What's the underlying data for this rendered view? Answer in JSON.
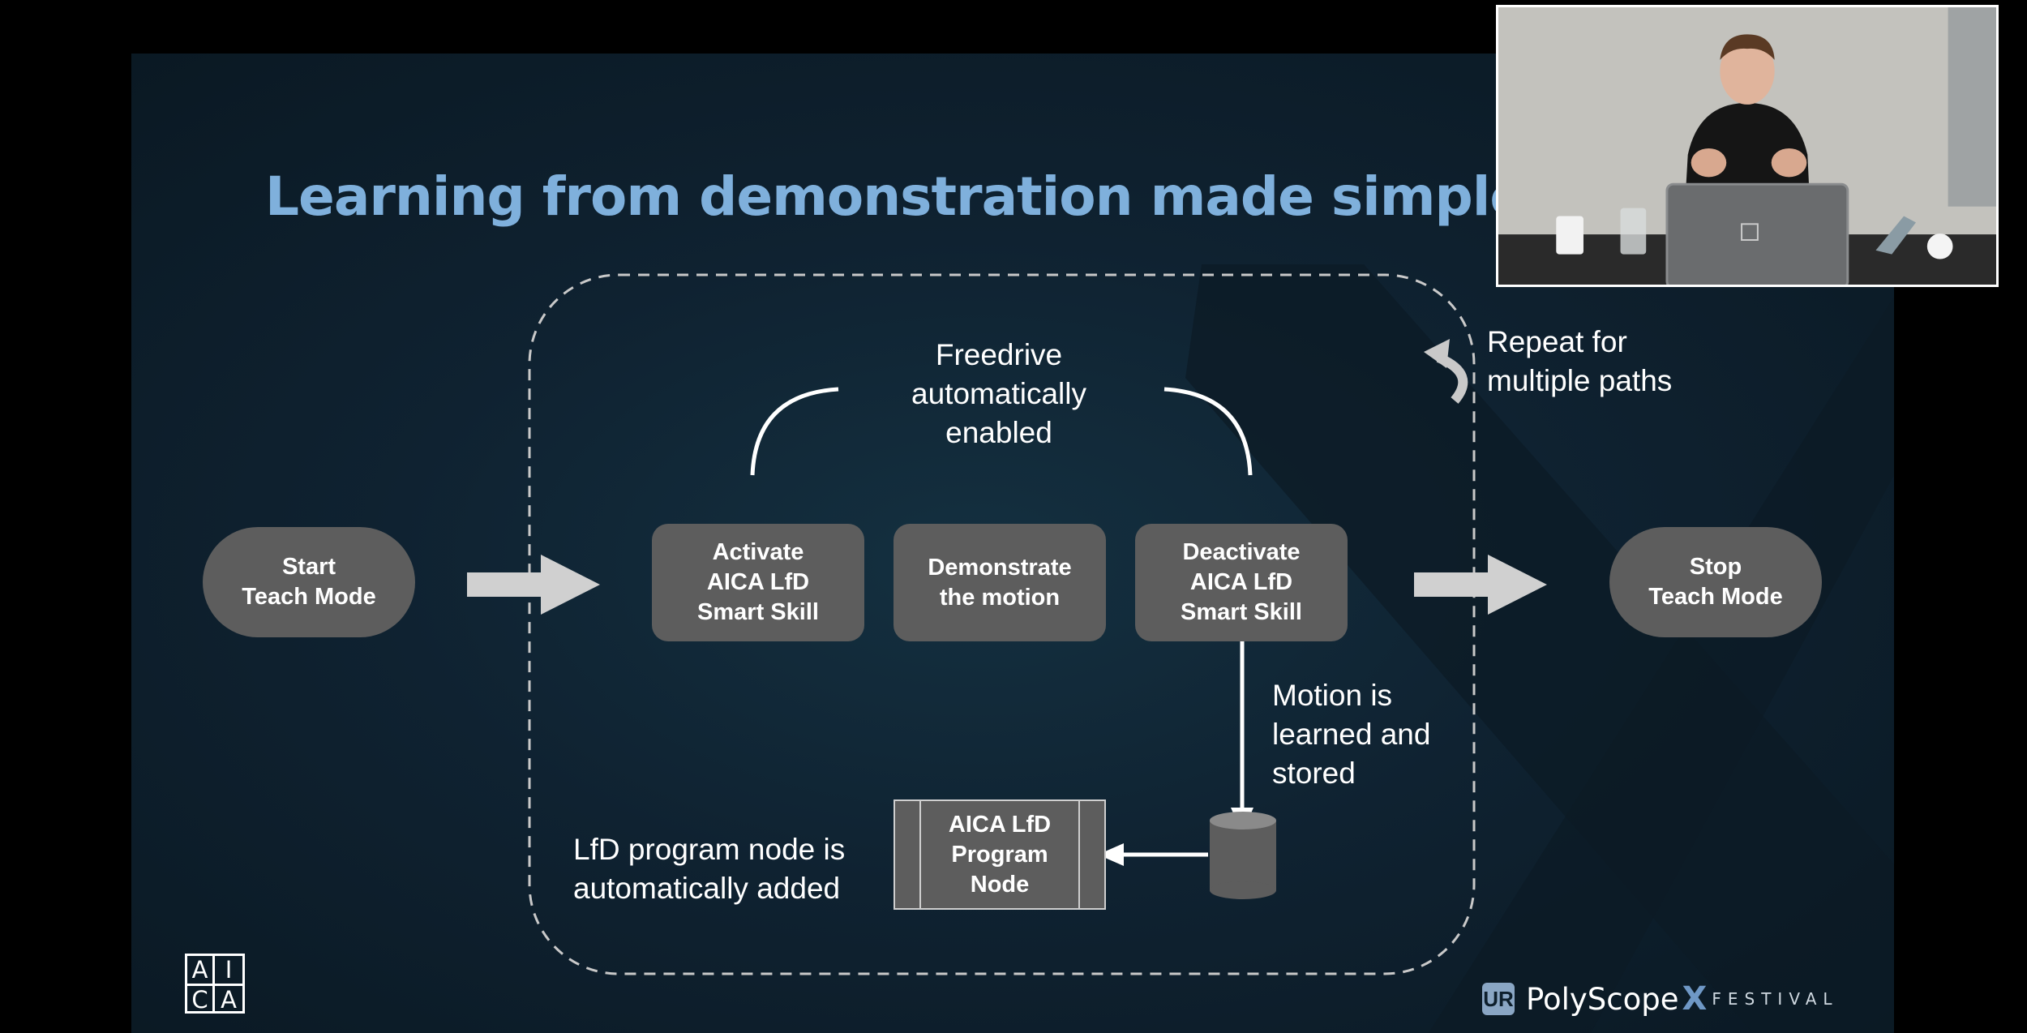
{
  "slide": {
    "title": "Learning from demonstration made simple"
  },
  "nodes": {
    "start": [
      "Start",
      "Teach Mode"
    ],
    "activate": [
      "Activate",
      "AICA LfD",
      "Smart Skill"
    ],
    "demonstrate": [
      "Demonstrate",
      "the motion"
    ],
    "deactivate": [
      "Deactivate",
      "AICA LfD",
      "Smart Skill"
    ],
    "stop": [
      "Stop",
      "Teach Mode"
    ],
    "program": [
      "AICA LfD",
      "Program",
      "Node"
    ]
  },
  "labels": {
    "freedrive": [
      "Freedrive",
      "automatically",
      "enabled"
    ],
    "motion": [
      "Motion is",
      "learned and",
      "stored"
    ],
    "lfd_node": [
      "LfD program node is",
      "automatically added"
    ],
    "repeat": [
      "Repeat for",
      "multiple paths"
    ]
  },
  "logos": {
    "aica": [
      "A",
      "I",
      "C",
      "A"
    ],
    "ur_badge": "UR",
    "polyscope": "PolyScope",
    "x": "X",
    "festival": "FESTIVAL"
  },
  "colors": {
    "title": "#7fb0dc",
    "node_fill": "#5d5d5d",
    "arrow": "#d0d0d0",
    "slide_bg": "#0f2231"
  },
  "icons": {
    "repeat": "curved-loop-arrow-icon",
    "storage": "database-cylinder-icon"
  }
}
